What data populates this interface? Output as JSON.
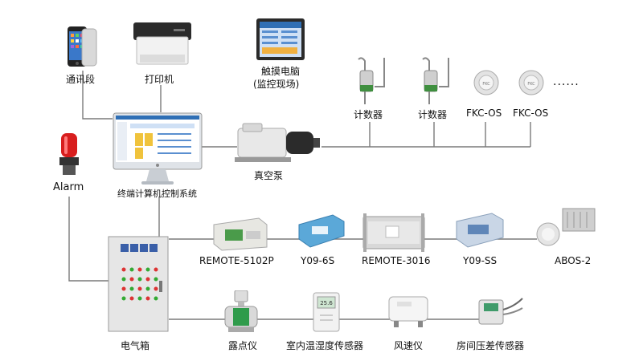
{
  "nodes": {
    "phone": "通讯段",
    "printer": "打印机",
    "touch_pc_line1": "触摸电脑",
    "touch_pc_line2": "(监控现场)",
    "counter1": "计数器",
    "counter2": "计数器",
    "fkc1": "FKC-OS",
    "fkc2": "FKC-OS",
    "ellipsis": "......",
    "alarm": "Alarm",
    "terminal": "终端计算机控制系统",
    "vacuum_pump": "真空泵",
    "remote_5102p": "REMOTE-5102P",
    "y09_6s": "Y09-6S",
    "remote_3016": "REMOTE-3016",
    "y09_ss": "Y09-SS",
    "abos_2": "ABOS-2",
    "cabinet": "电气箱",
    "dewpoint": "露点仪",
    "temp_humidity": "室内温湿度传感器",
    "anemometer": "风速仪",
    "pressure": "房间压差传感器"
  },
  "colors": {
    "wire": "#7a7a7a",
    "alarm_red": "#d81e1e",
    "screen_blue": "#2f6fb5"
  }
}
